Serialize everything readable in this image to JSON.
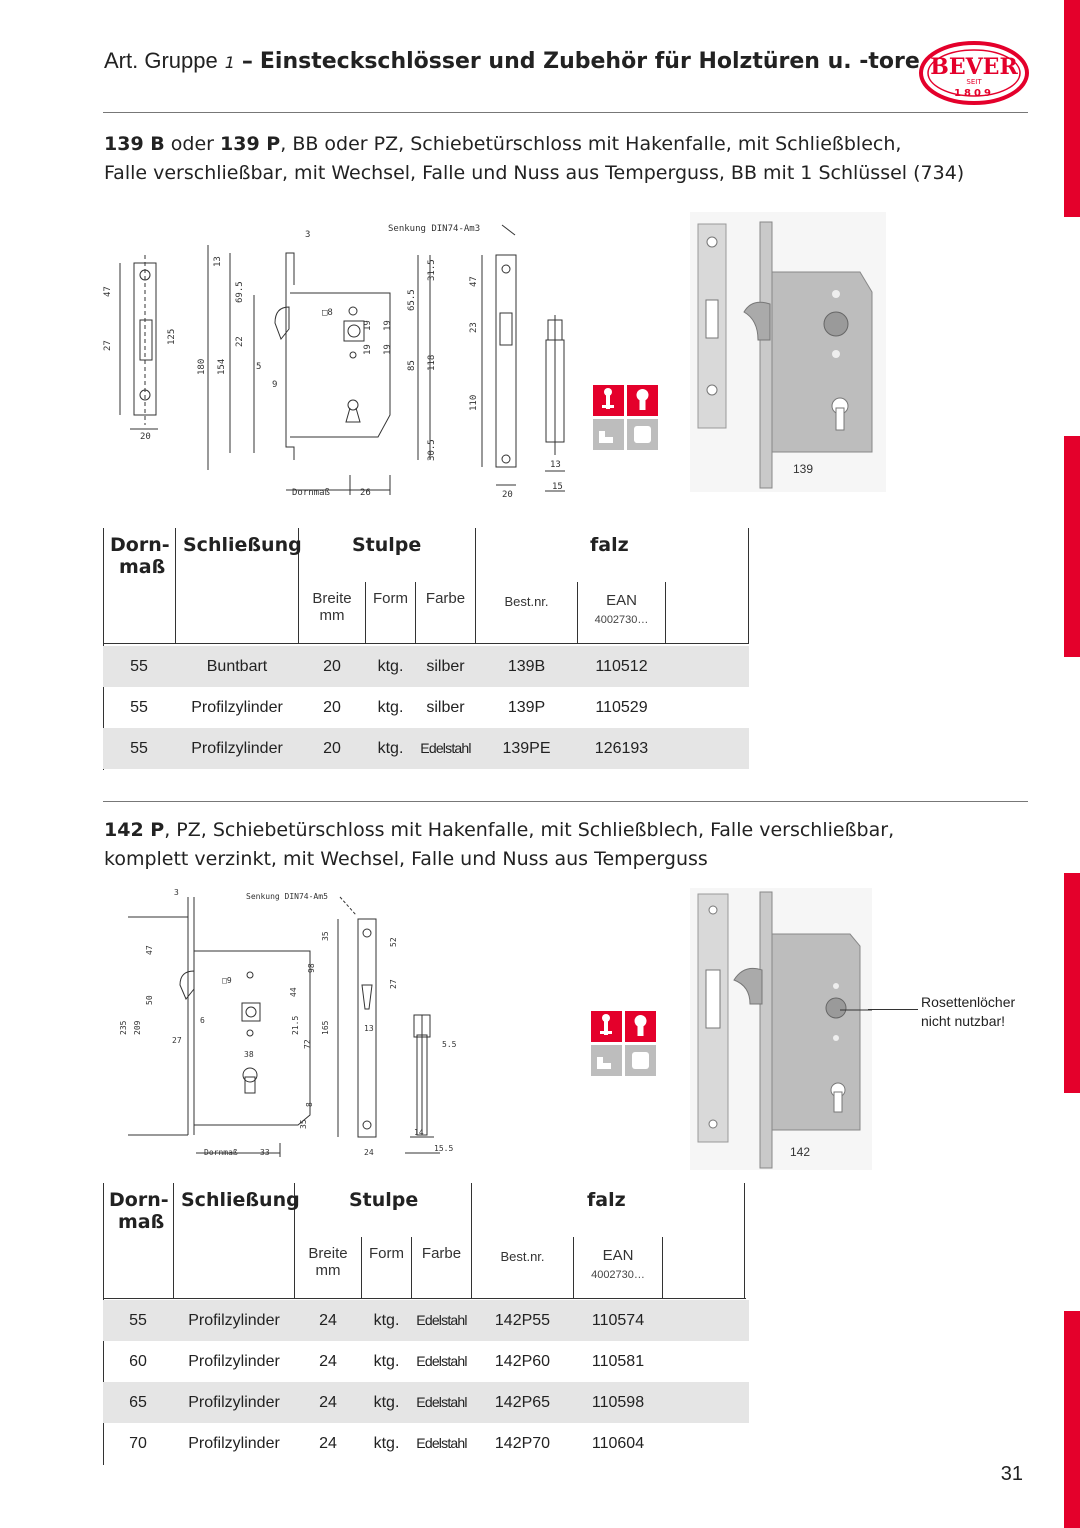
{
  "header": {
    "prefix": "Art. Gruppe",
    "group_number": "1",
    "dash": "–",
    "title": "Einsteckschlösser und Zubehör für Holztüren u. -tore",
    "logo": {
      "brand": "BEVER",
      "seit": "SEIT",
      "year": "1809",
      "color": "#e4002b"
    }
  },
  "section1": {
    "title_line1_parts": [
      "139 B",
      " oder ",
      "139 P",
      ", BB oder PZ, Schiebetürschloss mit Hakenfalle, mit Schließblech,"
    ],
    "title_line2": "Falle verschließbar, mit Wechsel, Falle und Nuss aus Temperguss, BB mit 1 Schlüssel (734)",
    "drawing_labels": {
      "senkung": "Senkung DIN74-Am3",
      "dornmass": "Dornmaß",
      "dims": [
        "3",
        "47",
        "27",
        "125",
        "13",
        "180",
        "154",
        "69.5",
        "22",
        "5",
        "9",
        "8",
        "19",
        "19",
        "65.5",
        "85",
        "118",
        "31.5",
        "47",
        "23",
        "110",
        "30.5",
        "20",
        "26",
        "20",
        "13",
        "15"
      ]
    },
    "photo_caption": "139",
    "table": {
      "headers": {
        "dornmass": "Dorn- maß",
        "dorn_line1": "Dorn-",
        "dorn_line2": "maß",
        "schliessung": "Schließung",
        "stulpe": "Stulpe",
        "falz": "falz"
      },
      "subheaders": {
        "breite": "Breite",
        "mm": "mm",
        "form": "Form",
        "farbe": "Farbe",
        "bestnr": "Best.nr.",
        "ean": "EAN",
        "ean_prefix": "4002730…"
      },
      "rows": [
        {
          "dornmass": "55",
          "schliessung": "Buntbart",
          "breite": "20",
          "form": "ktg.",
          "farbe": "silber",
          "bestnr": "139B",
          "ean": "110512"
        },
        {
          "dornmass": "55",
          "schliessung": "Profilzylinder",
          "breite": "20",
          "form": "ktg.",
          "farbe": "silber",
          "bestnr": "139P",
          "ean": "110529"
        },
        {
          "dornmass": "55",
          "schliessung": "Profilzylinder",
          "breite": "20",
          "form": "ktg.",
          "farbe": "Edelstahl",
          "bestnr": "139PE",
          "ean": "126193"
        }
      ]
    }
  },
  "section2": {
    "title_line1_parts": [
      "142 P",
      ", PZ, Schiebetürschloss mit Hakenfalle, mit Schließblech, Falle verschließbar,"
    ],
    "title_line2": "komplett verzinkt, mit Wechsel, Falle und Nuss aus Temperguss",
    "drawing_labels": {
      "senkung": "Senkung DIN74-Am5",
      "dornmass": "Dornmaß",
      "dims": [
        "3",
        "47",
        "50",
        "235",
        "209",
        "27",
        "6",
        "9",
        "38",
        "35",
        "98",
        "44",
        "21.5",
        "72",
        "165",
        "8",
        "35",
        "33",
        "52",
        "27",
        "13",
        "5.5",
        "14",
        "15.5",
        "24"
      ]
    },
    "photo_caption": "142",
    "note_line1": "Rosettenlöcher",
    "note_line2": "nicht nutzbar!",
    "table": {
      "headers": {
        "dorn_line1": "Dorn-",
        "dorn_line2": "maß",
        "schliessung": "Schließung",
        "stulpe": "Stulpe",
        "falz": "falz"
      },
      "subheaders": {
        "breite": "Breite",
        "mm": "mm",
        "form": "Form",
        "farbe": "Farbe",
        "bestnr": "Best.nr.",
        "ean": "EAN",
        "ean_prefix": "4002730…"
      },
      "rows": [
        {
          "dornmass": "55",
          "schliessung": "Profilzylinder",
          "breite": "24",
          "form": "ktg.",
          "farbe": "Edelstahl",
          "bestnr": "142P55",
          "ean": "110574"
        },
        {
          "dornmass": "60",
          "schliessung": "Profilzylinder",
          "breite": "24",
          "form": "ktg.",
          "farbe": "Edelstahl",
          "bestnr": "142P60",
          "ean": "110581"
        },
        {
          "dornmass": "65",
          "schliessung": "Profilzylinder",
          "breite": "24",
          "form": "ktg.",
          "farbe": "Edelstahl",
          "bestnr": "142P65",
          "ean": "110598"
        },
        {
          "dornmass": "70",
          "schliessung": "Profilzylinder",
          "breite": "24",
          "form": "ktg.",
          "farbe": "Edelstahl",
          "bestnr": "142P70",
          "ean": "110604"
        }
      ]
    }
  },
  "page_number": "31",
  "colors": {
    "accent_red": "#e4002b",
    "row_shade": "#e5e5e5",
    "icon_grey": "#bdbdbd"
  }
}
